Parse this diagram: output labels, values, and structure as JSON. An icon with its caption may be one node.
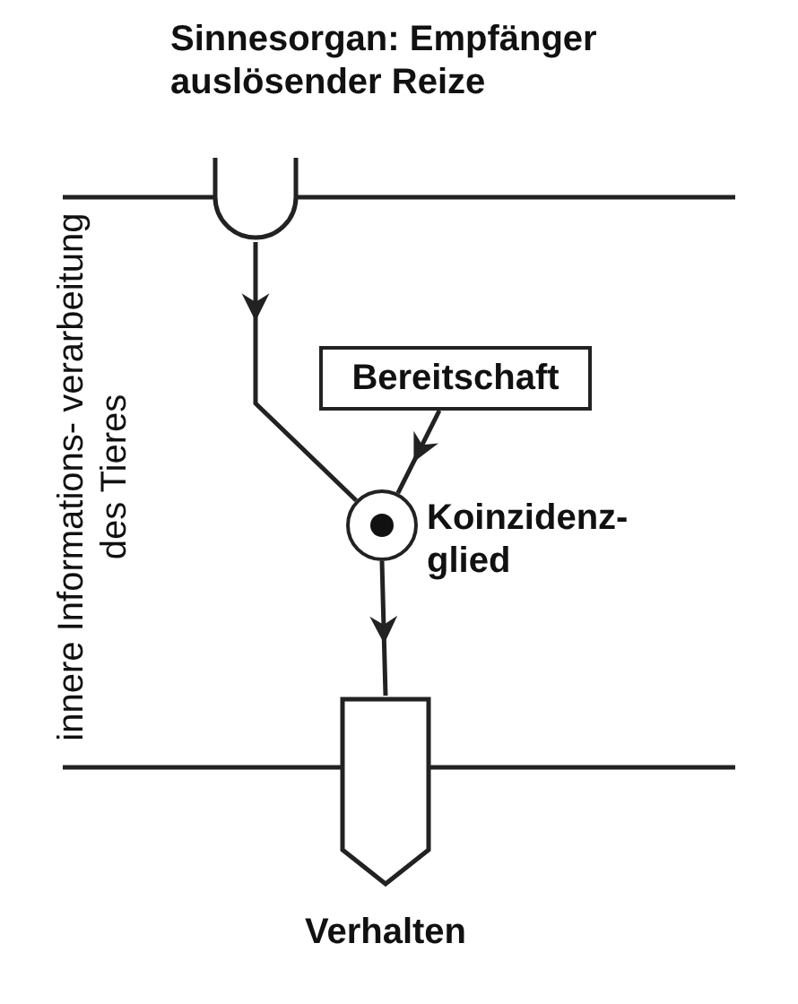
{
  "diagram": {
    "nodes": [
      {
        "text": [
          "Sinnesorgan: Empfänger auslösender Reize"
        ]
      },
      {
        "text": [
          "Bereitschaft"
        ]
      },
      {
        "text": [],
        "shape": "circle",
        "beside": [
          "Koinzidenz- glied"
        ]
      },
      {
        "text": [
          "Verhalten"
        ]
      }
    ],
    "edges": [
      {
        "from": 0,
        "to": 2,
        "arrow": "to"
      },
      {
        "from": 1,
        "to": 2,
        "arrow": "to"
      },
      {
        "from": 2,
        "to": 3,
        "arrow": "to"
      }
    ],
    "labels": [
      "innere Informations- verarbeitung des Tieres"
    ]
  }
}
